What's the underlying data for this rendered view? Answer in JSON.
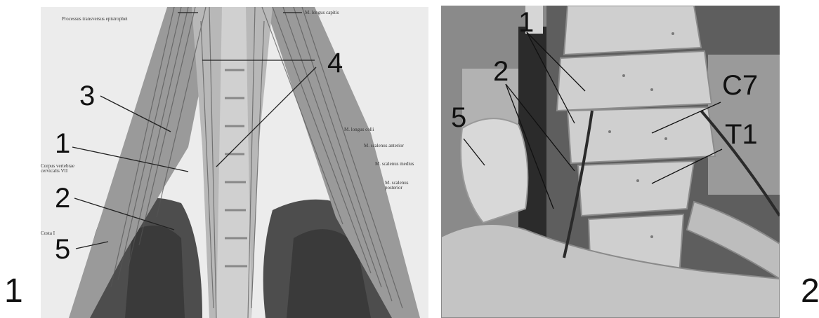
{
  "figure_numbers": {
    "left": "1",
    "right": "2"
  },
  "panel1": {
    "labels": {
      "n3": "3",
      "n4": "4",
      "n1": "1",
      "n2": "2",
      "n5": "5"
    },
    "captions": {
      "processus": "Processus transversus epistrophei",
      "longus_capitis": "M. longus capitis",
      "longus_colli": "M. longus colli",
      "scalenus_anterior": "M. scalenus anterior",
      "corpus": "Corpus vertebrae cervicalis VII",
      "scalenus_medius": "M. scalenus medius",
      "scalenus_posterior": "M. scalenus posterior",
      "costa": "Costa I"
    }
  },
  "panel2": {
    "labels": {
      "n1": "1",
      "n2": "2",
      "n5": "5",
      "c7": "C7",
      "t1": "T1"
    }
  }
}
